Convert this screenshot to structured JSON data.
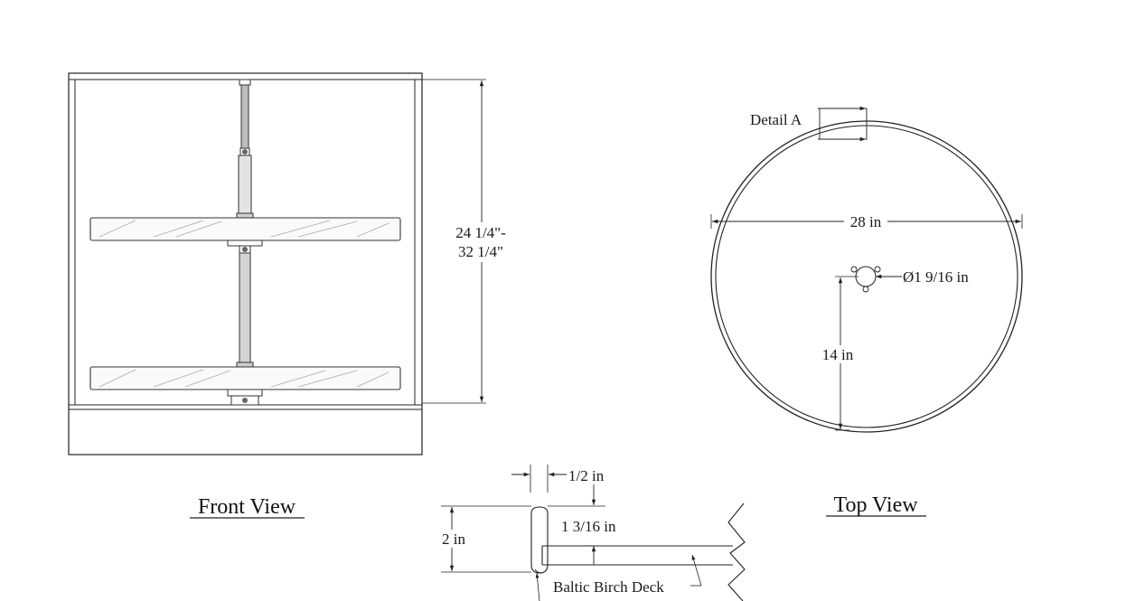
{
  "front_view": {
    "title": "Front View",
    "height_dimension_line1": "24 1/4\"-",
    "height_dimension_line2": "32 1/4\""
  },
  "top_view": {
    "title": "Top View",
    "detail_label": "Detail A",
    "diameter_dimension": "28 in",
    "hole_dimension": "Ø1 9/16 in",
    "radius_dimension": "14 in"
  },
  "detail_section": {
    "lip_width_dimension": "1/2 in",
    "total_height_dimension": "2 in",
    "deck_height_dimension": "1 3/16 in",
    "deck_material_label": "Baltic Birch Deck"
  }
}
